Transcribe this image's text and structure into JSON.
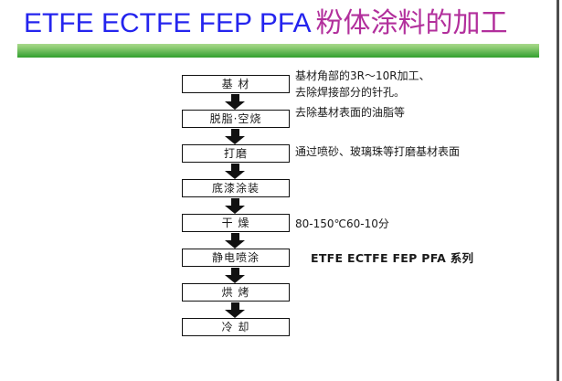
{
  "slide": {
    "title": {
      "latin": "ETFE ECTFE FEP PFA",
      "cjk": "粉体涂料的加工",
      "latin_color": "#2424ee",
      "cjk_color": "#b22f9c"
    },
    "accent_bar": {
      "color_top": "#a9d98c",
      "color_bottom": "#32a02c"
    }
  },
  "flow": {
    "steps": [
      {
        "label": "基 材"
      },
      {
        "label": "脱脂·空烧"
      },
      {
        "label": "打磨"
      },
      {
        "label": "底漆涂装"
      },
      {
        "label": "干 燥"
      },
      {
        "label": "静电喷涂"
      },
      {
        "label": "烘 烤"
      },
      {
        "label": "冷 却"
      }
    ],
    "arrow_name": "down-arrow-icon"
  },
  "notes": {
    "substrate": "基材角部的3R～10R加工、",
    "substrate2": "去除焊接部分的针孔。",
    "degrease": "去除基材表面的油脂等",
    "grind": "通过喷砂、玻璃珠等打磨基材表面",
    "dry": "80-150℃60-10分",
    "series": "ETFE ECTFE FEP PFA  系列"
  }
}
